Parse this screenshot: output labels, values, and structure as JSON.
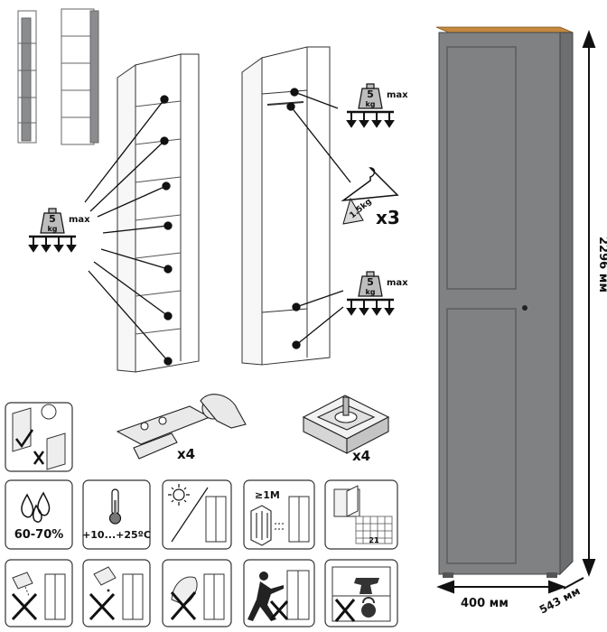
{
  "weight_badge": {
    "value": "5",
    "unit": "kg",
    "limit": "max"
  },
  "hanger_badge": {
    "weight": "1.5kg",
    "count": "x3"
  },
  "hardware": {
    "hinges_count": "x4",
    "feet_count": "x4"
  },
  "conditions": {
    "humidity": "60-70%",
    "temperature": "+10...+25ºC",
    "distance": "≥1M",
    "days": "21"
  },
  "dimensions": {
    "height": "2296 мм",
    "width": "400 мм",
    "depth": "543 мм"
  },
  "colors": {
    "body": "#7f8183",
    "top": "#c68a3f",
    "line": "#111111"
  }
}
